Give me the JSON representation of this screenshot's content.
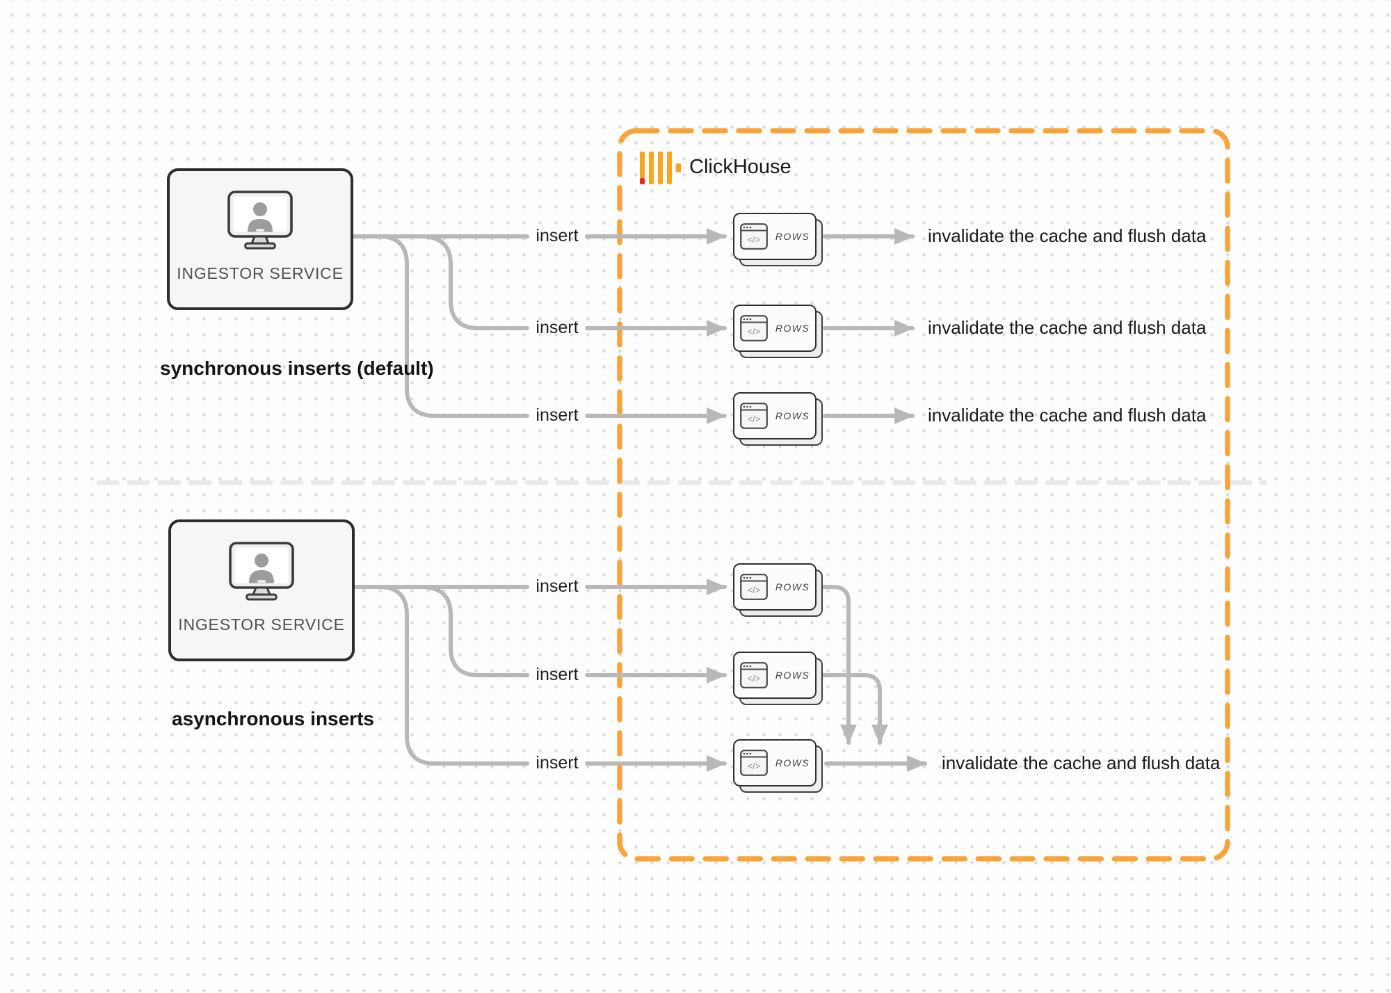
{
  "clickhouse": {
    "name": "ClickHouse"
  },
  "sync": {
    "caption": "synchronous inserts (default)",
    "service_label": "INGESTOR SERVICE",
    "rows": [
      {
        "insert": "insert",
        "table": "ROWS",
        "result": "invalidate the cache and flush data"
      },
      {
        "insert": "insert",
        "table": "ROWS",
        "result": "invalidate the cache and flush data"
      },
      {
        "insert": "insert",
        "table": "ROWS",
        "result": "invalidate the cache and flush data"
      }
    ]
  },
  "async": {
    "caption": "asynchronous inserts",
    "service_label": "INGESTOR SERVICE",
    "rows": [
      {
        "insert": "insert",
        "table": "ROWS"
      },
      {
        "insert": "insert",
        "table": "ROWS"
      },
      {
        "insert": "insert",
        "table": "ROWS",
        "result": "invalidate the cache and flush data"
      }
    ]
  },
  "colors": {
    "accent_orange": "#F9A43B",
    "logo_yellow": "#FAA51E",
    "logo_red": "#E8281E",
    "line_gray": "#B8B8B8",
    "box_border": "#2D2D2D",
    "divider_gray": "#E9E9E9"
  }
}
